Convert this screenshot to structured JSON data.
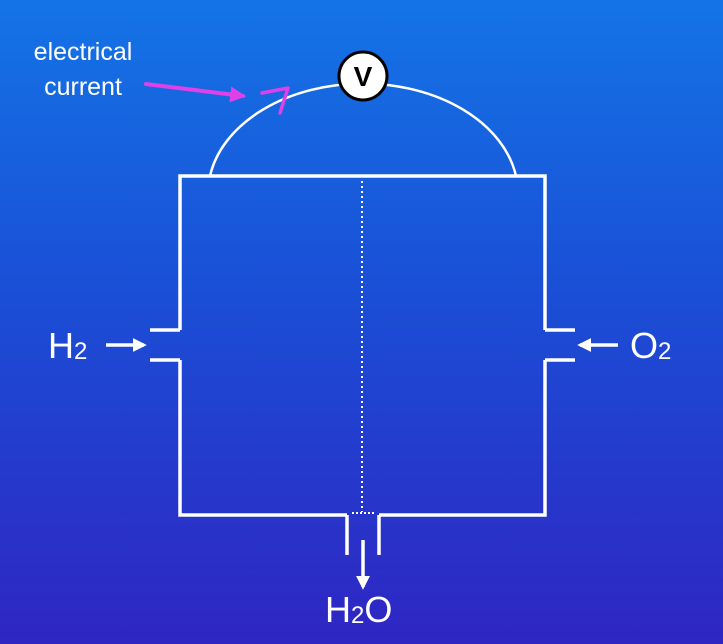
{
  "annotation": {
    "line1": "electrical",
    "line2": "current",
    "color": "#e040e8"
  },
  "meter": {
    "symbol": "V"
  },
  "inlet_left": {
    "base": "H",
    "sub": "2"
  },
  "inlet_right": {
    "base": "O",
    "sub": "2"
  },
  "outlet": {
    "base1": "H",
    "sub": "2",
    "base2": "O"
  },
  "colors": {
    "stroke": "#ffffff",
    "meter_fill": "#ffffff"
  }
}
